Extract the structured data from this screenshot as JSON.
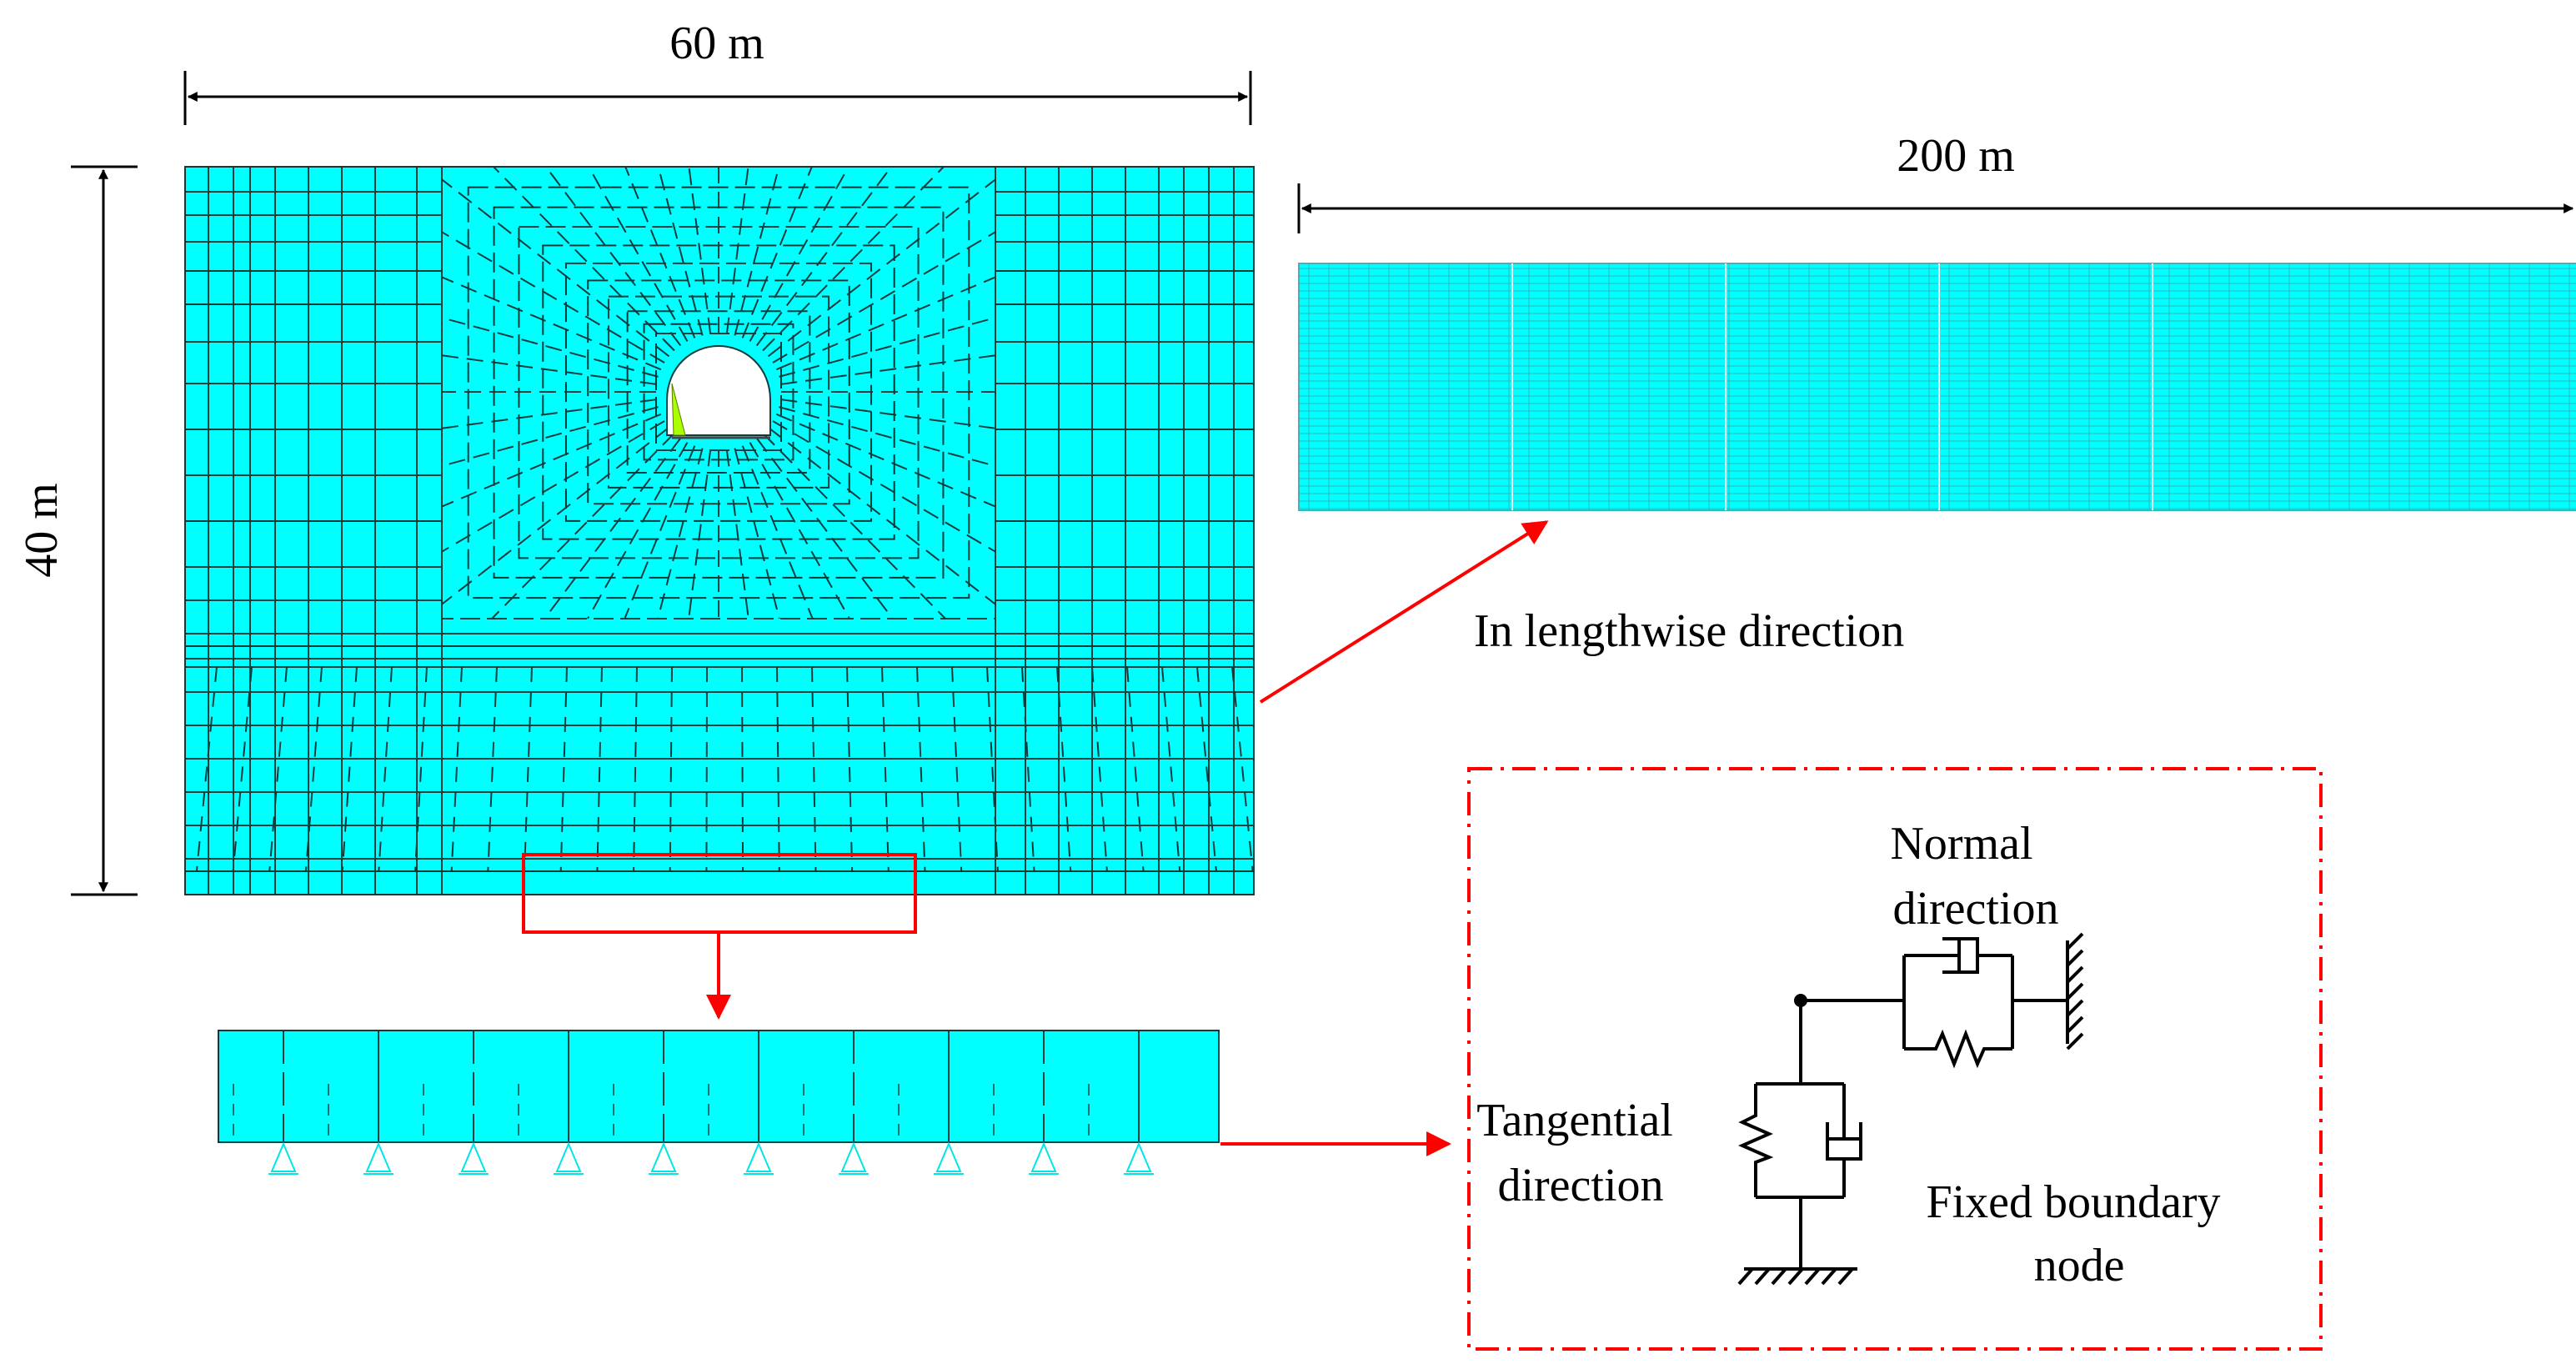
{
  "labels": {
    "width_cross": "60 m",
    "height_cross": "40 m",
    "length_long": "200 m",
    "lengthwise": "In lengthwise direction",
    "normal_line1": "Normal",
    "normal_line2": "direction",
    "tangential_line1": "Tangential",
    "tangential_line2": "direction",
    "fixed_line1": "Fixed boundary",
    "fixed_line2": "node"
  },
  "colors": {
    "mesh_fill": "#00ffff",
    "mesh_line": "#0b3d3d",
    "callout": "#ff0000",
    "lining_accent": "#aaff00",
    "support": "#00e5e5"
  },
  "icons": {
    "spring": "spring-icon",
    "dashpot": "dashpot-icon",
    "ground": "ground-hatch-icon"
  }
}
